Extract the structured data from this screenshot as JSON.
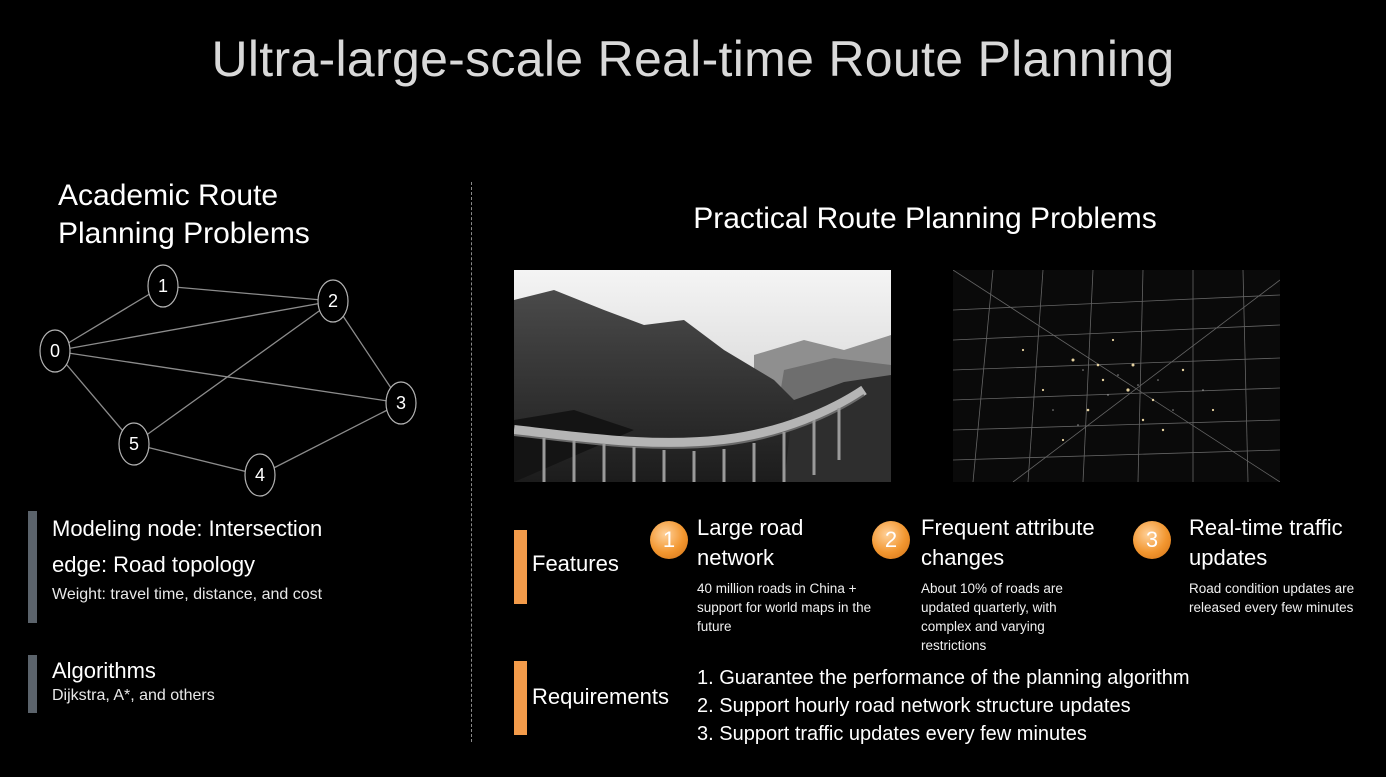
{
  "title": "Ultra-large-scale Real-time Route Planning",
  "academic": {
    "heading_line1": "Academic Route",
    "heading_line2": "Planning Problems",
    "graph": {
      "nodes": [
        {
          "id": "0",
          "label": "0"
        },
        {
          "id": "1",
          "label": "1"
        },
        {
          "id": "2",
          "label": "2"
        },
        {
          "id": "3",
          "label": "3"
        },
        {
          "id": "4",
          "label": "4"
        },
        {
          "id": "5",
          "label": "5"
        }
      ],
      "edges": [
        [
          "0",
          "1"
        ],
        [
          "0",
          "2"
        ],
        [
          "0",
          "3"
        ],
        [
          "0",
          "5"
        ],
        [
          "1",
          "2"
        ],
        [
          "2",
          "5"
        ],
        [
          "2",
          "3"
        ],
        [
          "3",
          "4"
        ],
        [
          "5",
          "4"
        ]
      ]
    },
    "modeling": {
      "line1": "Modeling node: Intersection",
      "line2": "edge: Road topology",
      "weight": "Weight: travel time, distance, and cost"
    },
    "algorithms": {
      "title": "Algorithms",
      "desc": "Dijkstra, A*, and others"
    }
  },
  "practical": {
    "heading": "Practical Route Planning Problems",
    "features_label": "Features",
    "features": [
      {
        "num": "1",
        "title": "Large road network",
        "desc": "40 million roads in China + support for world maps in the future"
      },
      {
        "num": "2",
        "title": "Frequent attribute changes",
        "desc": "About 10% of roads are updated quarterly, with complex and varying restrictions"
      },
      {
        "num": "3",
        "title": "Real-time traffic updates",
        "desc": "Road condition updates are released every few minutes"
      }
    ],
    "requirements_label": "Requirements",
    "requirements": [
      "1. Guarantee the performance of the planning algorithm",
      "2. Support hourly road network structure updates",
      "3. Support traffic updates every few minutes"
    ]
  },
  "colors": {
    "background": "#000000",
    "accent_orange": "#f39b4a",
    "bar_gray": "#5b636b",
    "title_gray": "#d9d9d9"
  }
}
